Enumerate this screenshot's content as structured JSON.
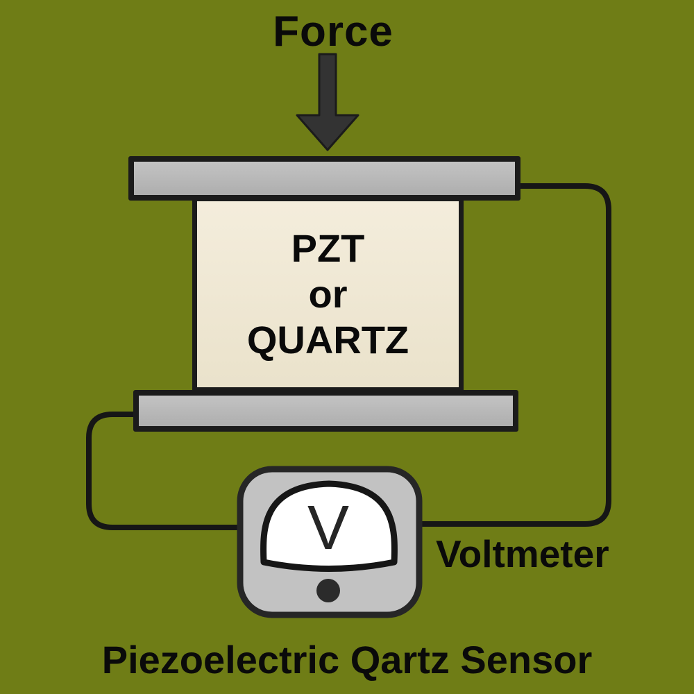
{
  "diagram": {
    "force_label": "Force",
    "crystal_lines": [
      "PZT",
      "or",
      "QUARTZ"
    ],
    "voltmeter_label": "Voltmeter",
    "meter_symbol": "V",
    "caption": "Piezoelectric Qartz Sensor"
  },
  "components": {
    "top_plate": "electrode plate (top)",
    "bottom_plate": "electrode plate (bottom)",
    "crystal": "piezoelectric crystal block",
    "voltmeter": "analog voltmeter dial",
    "force_arrow": "downward force arrow",
    "left_wire": "wire from bottom plate to voltmeter",
    "right_wire": "wire from top plate to voltmeter"
  },
  "colors": {
    "background": "#6F7D16",
    "plate_fill": "#B6B6B6",
    "crystal_fill": "#EEE7D2",
    "meter_body_fill": "#C2C2C2",
    "meter_dial_fill": "#FFFFFF",
    "outline": "#161616",
    "arrow_fill": "#333333",
    "text": "#0A0A0A"
  }
}
